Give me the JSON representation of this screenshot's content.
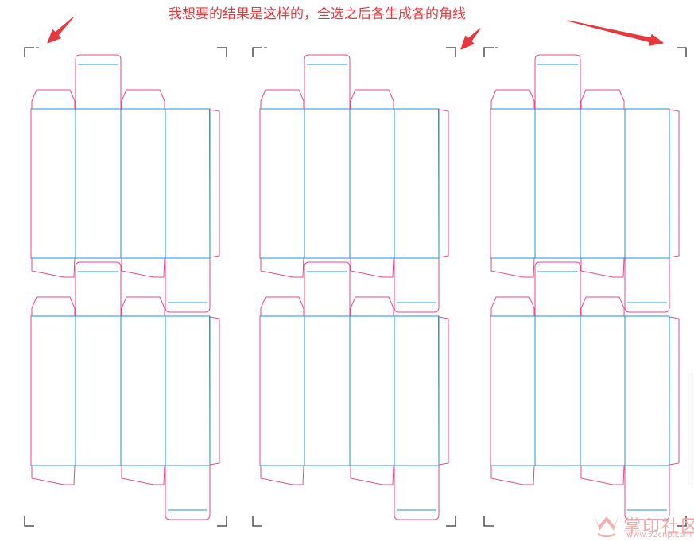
{
  "annotation": {
    "text": "我想要的结果是这样的，全选之后各生成各的角线",
    "color": "#e8373d"
  },
  "colors": {
    "cut_line": "#e8478b",
    "fold_line": "#1a97d5",
    "crop_mark": "#333333",
    "arrow": "#e8373d"
  },
  "layout_grid": {
    "columns": 3,
    "rows": 2,
    "description": "box dielines"
  },
  "watermark": {
    "text": "掌印社区",
    "url": "www.52cnp.com",
    "color": "#f0a8a8"
  }
}
